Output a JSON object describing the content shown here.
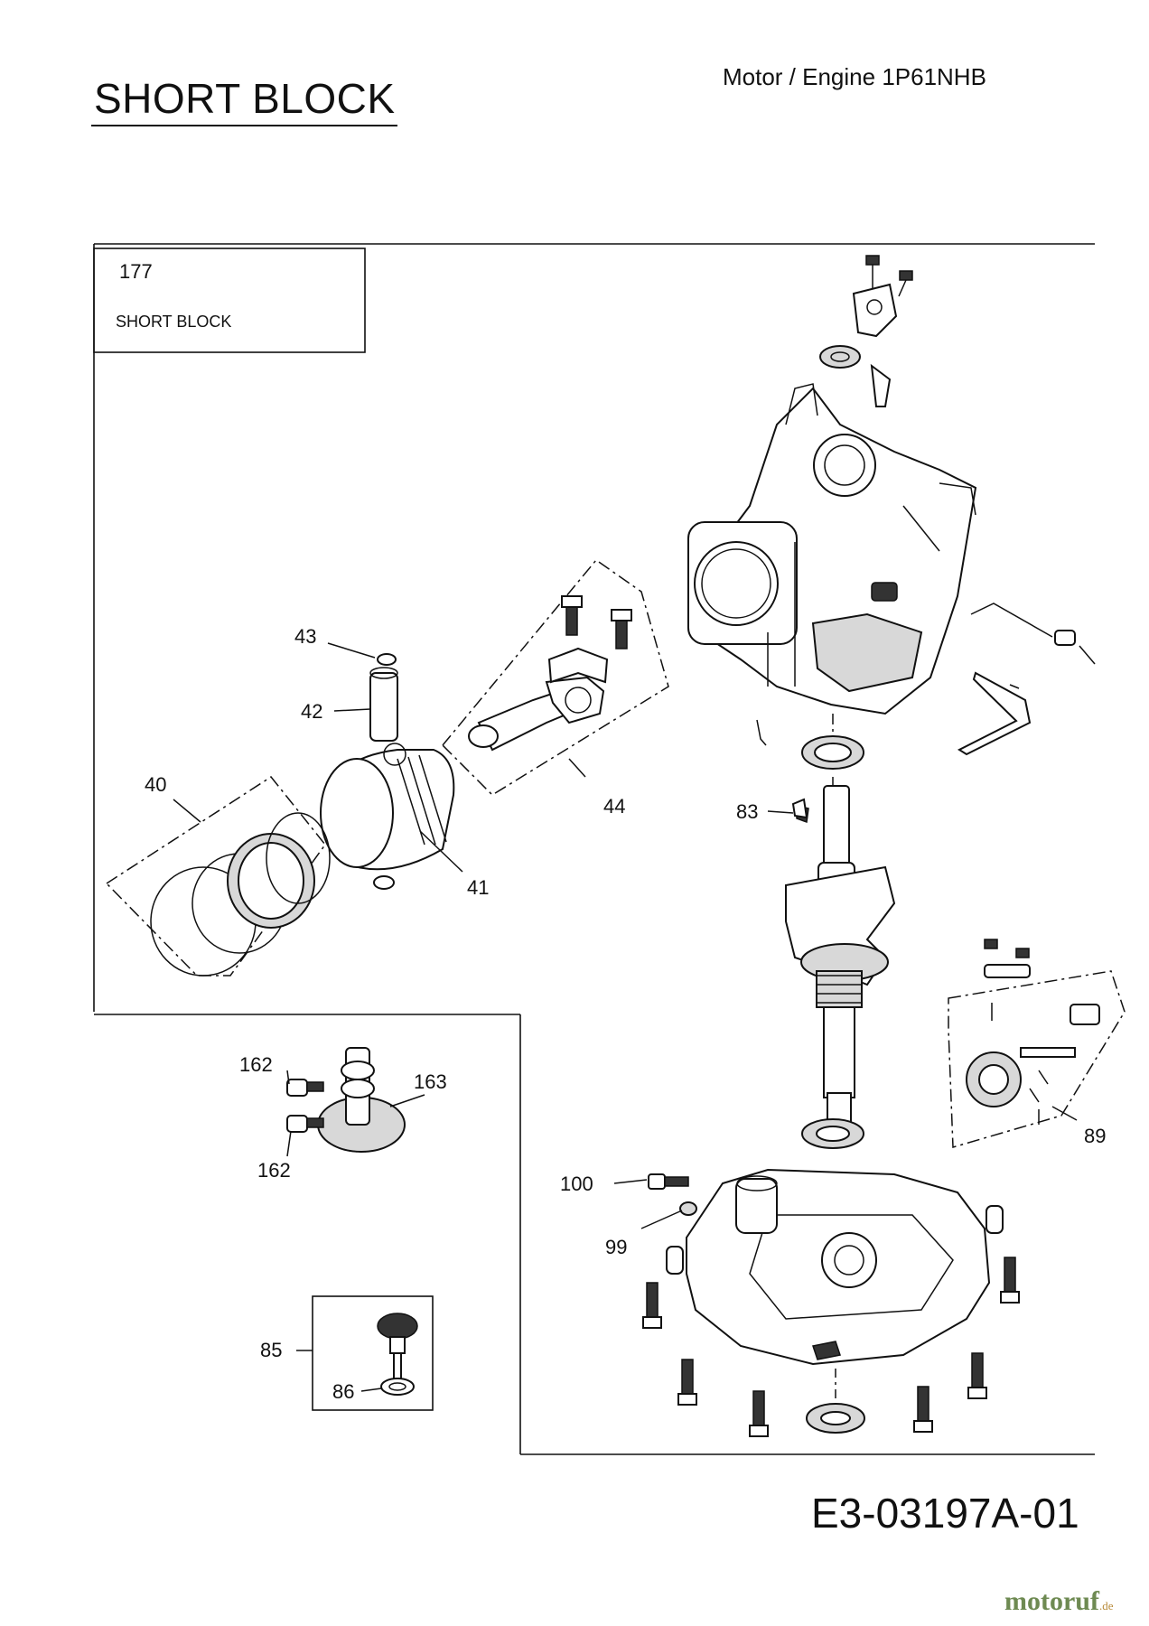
{
  "header": {
    "title": "SHORT BLOCK",
    "engine_label": "Motor / Engine  1P61NHB"
  },
  "group_box": {
    "code": "177",
    "description": "SHORT BLOCK"
  },
  "parts": {
    "p43": "43",
    "p42": "42",
    "p40": "40",
    "p41": "41",
    "p44": "44",
    "p83": "83",
    "p162a": "162",
    "p162b": "162",
    "p163": "163",
    "p89": "89",
    "p100": "100",
    "p99": "99",
    "p85": "85",
    "p86": "86"
  },
  "footer": {
    "drawing_number": "E3-03197A-01",
    "brand": "motoruf",
    "brand_suffix": ".de"
  }
}
